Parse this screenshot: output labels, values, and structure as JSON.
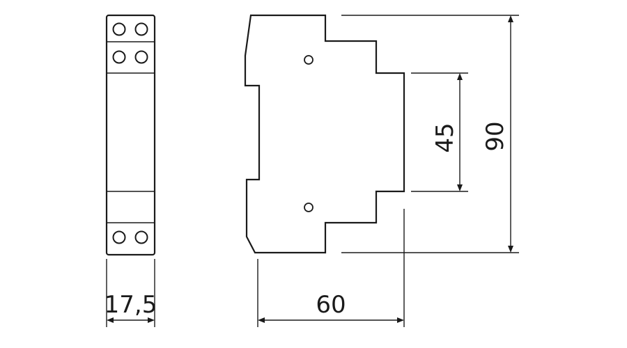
{
  "dimensions": {
    "width_label": "17,5",
    "depth_label": "60",
    "din_rail_label": "45",
    "height_label": "90"
  }
}
